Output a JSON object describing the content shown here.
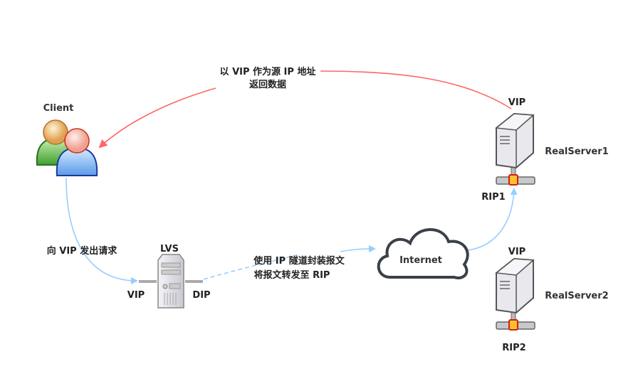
{
  "labels": {
    "return_line1": "以 VIP 作为源 IP 地址",
    "return_line2": "返回数据",
    "client": "Client",
    "request": "向 VIP 发出请求",
    "lvs": "LVS",
    "lvs_vip": "VIP",
    "lvs_dip": "DIP",
    "tunnel_line1": "使用 IP 隧道封装报文",
    "tunnel_line2": "将报文转发至 RIP",
    "internet": "Internet",
    "rs1_vip": "VIP",
    "rs1_name": "RealServer1",
    "rs1_rip": "RIP1",
    "rs2_vip": "VIP",
    "rs2_name": "RealServer2",
    "rs2_rip": "RIP2"
  },
  "colors": {
    "request_flow": "#99ccff",
    "response_flow": "#ff6666"
  },
  "icons": [
    "users-icon",
    "server-icon",
    "cloud-icon"
  ]
}
